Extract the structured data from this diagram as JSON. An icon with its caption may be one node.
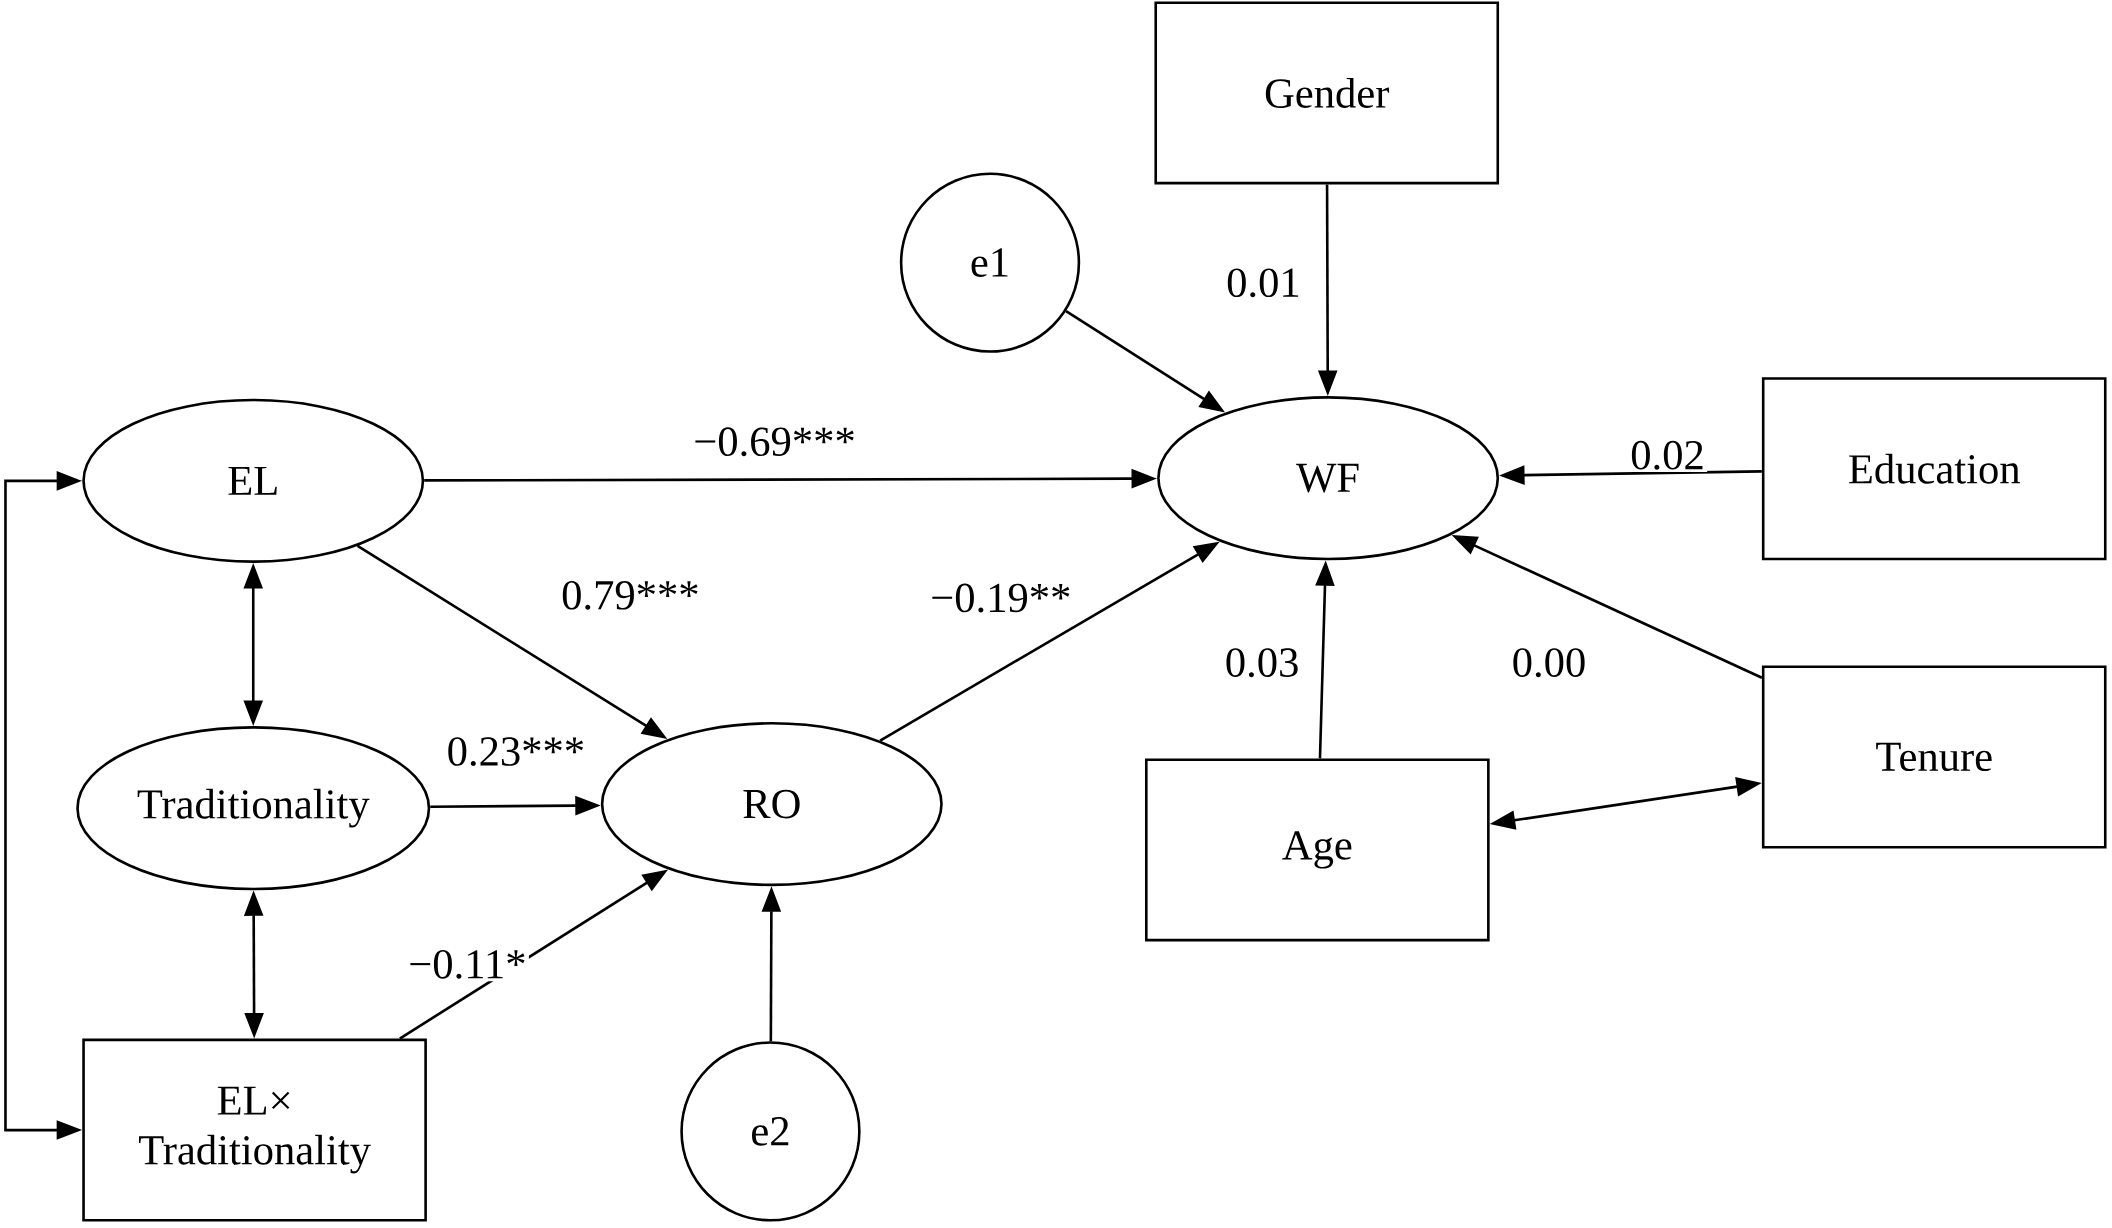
{
  "diagram": {
    "nodes": [
      {
        "text": [
          "Gender"
        ]
      },
      {
        "text": [
          "e1"
        ]
      },
      {
        "text": [
          "EL"
        ]
      },
      {
        "text": [
          "WF"
        ]
      },
      {
        "text": [
          "Education"
        ]
      },
      {
        "text": [
          "Traditionality"
        ]
      },
      {
        "text": [
          "RO"
        ]
      },
      {
        "text": [
          "Tenure"
        ]
      },
      {
        "text": [
          "Age"
        ]
      },
      {
        "text": [
          "EL× Traditionality"
        ]
      },
      {
        "text": [
          "e2"
        ]
      }
    ],
    "edges": [
      {
        "from": 0,
        "to": 3,
        "arrow": "to",
        "label": "0.01"
      },
      {
        "from": 1,
        "to": 3,
        "arrow": "to"
      },
      {
        "from": 2,
        "to": 3,
        "arrow": "to",
        "label": "−0.69***"
      },
      {
        "from": 4,
        "to": 3,
        "arrow": "to",
        "label": "0.02"
      },
      {
        "from": 2,
        "to": 6,
        "arrow": "to",
        "label": "0.79***"
      },
      {
        "from": 6,
        "to": 3,
        "arrow": "to",
        "label": "−0.19**"
      },
      {
        "from": 2,
        "to": 5,
        "arrow": "both"
      },
      {
        "from": 5,
        "to": 6,
        "arrow": "to",
        "label": "0.23***"
      },
      {
        "from": 7,
        "to": 3,
        "arrow": "to",
        "label": "0.00"
      },
      {
        "from": 8,
        "to": 3,
        "arrow": "to",
        "label": "0.03"
      },
      {
        "from": 7,
        "to": 8,
        "arrow": "both"
      },
      {
        "from": 5,
        "to": 9,
        "arrow": "both"
      },
      {
        "from": 9,
        "to": 6,
        "arrow": "to",
        "label": "−0.11*"
      },
      {
        "from": 10,
        "to": 6,
        "arrow": "to"
      },
      {
        "from": 2,
        "to": 9,
        "arrow": "both"
      }
    ]
  }
}
